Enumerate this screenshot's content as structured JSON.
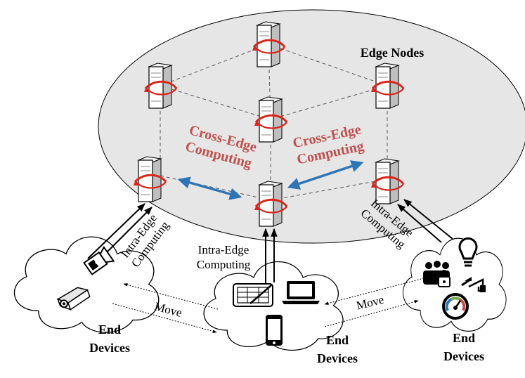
{
  "labels": {
    "edge_nodes": "Edge Nodes",
    "cross_edge_line1": "Cross-Edge",
    "cross_edge_line2": "Computing",
    "intra_edge_line1": "Intra-Edge",
    "intra_edge_line2": "Computing",
    "move": "Move",
    "end_devices_line1": "End",
    "end_devices_line2": "Devices"
  },
  "colors": {
    "ellipse_fill": "#e6e6e6",
    "cross_edge_text": "#c0504d",
    "cross_edge_arrow": "#2e75b6",
    "server_body": "#ffffff",
    "server_accent": "#d9261c",
    "ink": "#000000"
  },
  "icons": [
    "server-icon",
    "video-camera-icon",
    "projector-icon",
    "tablet-icon",
    "laptop-icon",
    "smartphone-icon",
    "smart-lock-icon",
    "light-bulb-icon",
    "sensor-icon",
    "gauge-icon"
  ]
}
